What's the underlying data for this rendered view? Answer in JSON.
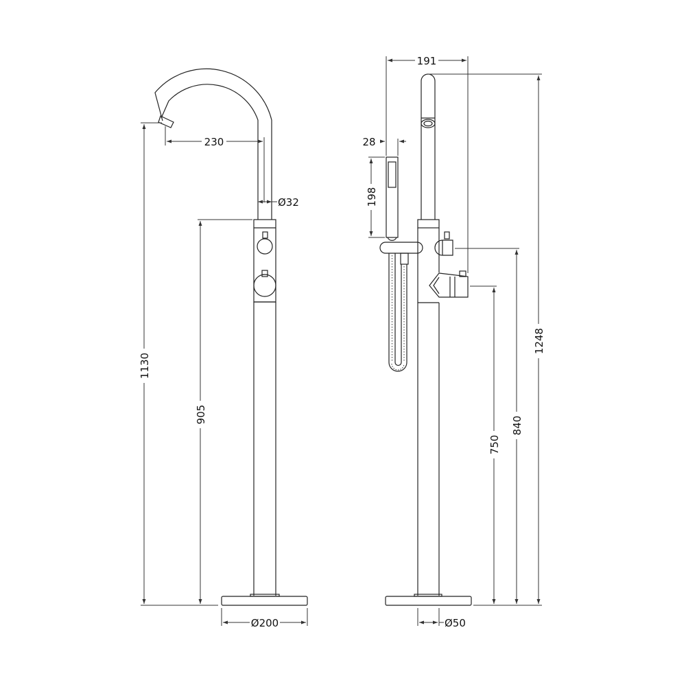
{
  "diagram": {
    "type": "technical-drawing",
    "subject": "Freestanding bath shower mixer tap",
    "units": "mm",
    "views": [
      {
        "name": "front-view",
        "dimensions": {
          "spout_reach": "230",
          "pipe_diameter": "Ø32",
          "spout_height": "1130",
          "valve_body_height": "905",
          "base_diameter": "Ø200"
        }
      },
      {
        "name": "side-view",
        "dimensions": {
          "overall_depth": "191",
          "handset_width": "28",
          "handset_length": "198",
          "overall_height": "1248",
          "upper_control_height": "840",
          "lower_control_height": "750",
          "pipe_diameter": "Ø50"
        }
      }
    ],
    "colors": {
      "line": "#222222",
      "background": "#ffffff"
    }
  }
}
